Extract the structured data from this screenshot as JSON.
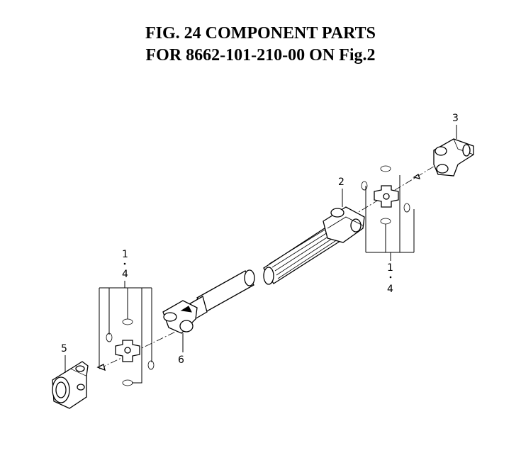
{
  "title": {
    "line1": "FIG. 24  COMPONENT PARTS",
    "line2": "FOR 8662-101-210-00 ON Fig.2"
  },
  "callouts": {
    "c1": "1",
    "c2": "2",
    "c3": "3",
    "c4": "4",
    "c5": "5",
    "c6": "6",
    "c7": "1",
    "c8": "4"
  },
  "colors": {
    "line": "#000000",
    "background": "#ffffff"
  }
}
